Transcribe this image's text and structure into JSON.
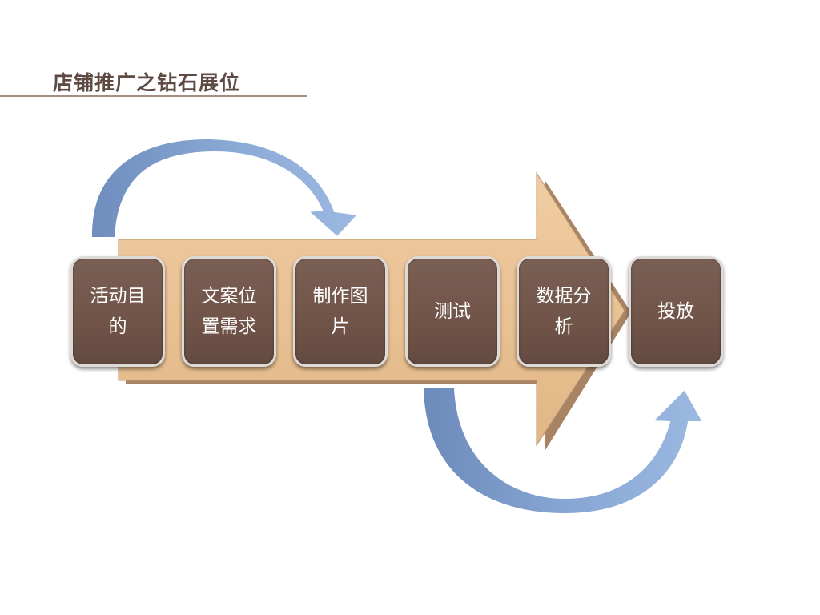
{
  "title": "店铺推广之钻石展位",
  "steps": [
    {
      "label": "活动目的"
    },
    {
      "label": "文案位置需求"
    },
    {
      "label": "制作图片"
    },
    {
      "label": "测试"
    },
    {
      "label": "数据分析"
    },
    {
      "label": "投放"
    }
  ],
  "colors": {
    "title_text": "#5d4a42",
    "title_rule": "#a68d82",
    "step_fill": "#735649",
    "step_border": "#dedad7",
    "big_arrow_fill": "#e8bf92",
    "big_arrow_edge": "#a88464",
    "curved_arrow_fill": "#8caad6",
    "curved_arrow_dark": "#6e8cbc"
  }
}
